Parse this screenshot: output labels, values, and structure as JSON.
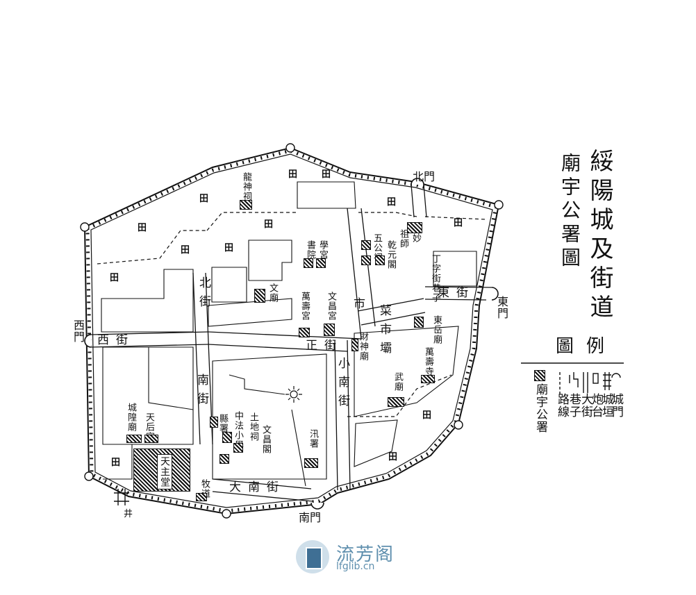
{
  "title": "綏陽城及街道",
  "subtitle": "廟宇公署圖",
  "legend": {
    "title": "圖例",
    "items": [
      {
        "icon": "city-gate-icon",
        "label": "城門"
      },
      {
        "icon": "city-wall-icon",
        "label": "城垣"
      },
      {
        "icon": "battery-icon",
        "label": "炮台"
      },
      {
        "icon": "street-icon",
        "label": "大街"
      },
      {
        "icon": "alley-icon",
        "label": "巷子"
      },
      {
        "icon": "route-icon",
        "label": "路線"
      },
      {
        "icon": "temple-office-icon",
        "label": "廟宇公署"
      }
    ]
  },
  "gates": {
    "north": "北門",
    "east": "東門",
    "west": "西門",
    "south": "南門"
  },
  "streets": {
    "north": "北街",
    "west": "西街",
    "east": "東街",
    "south": "南街",
    "small_south": "小南街",
    "south_main": "大南街",
    "market": "市",
    "dingzi": "丁字街巷子",
    "zhengjiao": "正街",
    "caishi": "菜市壩"
  },
  "buildings": {
    "longshenci": "龍神祠",
    "shuyuan": "書院",
    "xuegong": "學宮",
    "wenmiao": "文廟",
    "wanshougong": "萬壽宮",
    "wenchangong": "文昌宮",
    "caishen": "財神廟",
    "tianwu": "天后宮",
    "chenghuang": "城隍廟",
    "zhongfa": "中法小學",
    "xianshu": "縣署",
    "tudi": "土地祠",
    "xunshu": "汛署",
    "wumiao": "武廟",
    "wanshousi": "萬壽寺",
    "tianzhutang": "天主堂",
    "mudao": "牧道",
    "dongyue": "東岳廟",
    "wenyuan": "文昌閣",
    "qianxiu": "乾元閣",
    "yuanmiao": "元妙",
    "zuci": "祖師",
    "wugongci": "五公祠",
    "jing": "井"
  },
  "field_label": "田",
  "watermark": {
    "name": "流芳阁",
    "url": "lfglib.cn"
  }
}
